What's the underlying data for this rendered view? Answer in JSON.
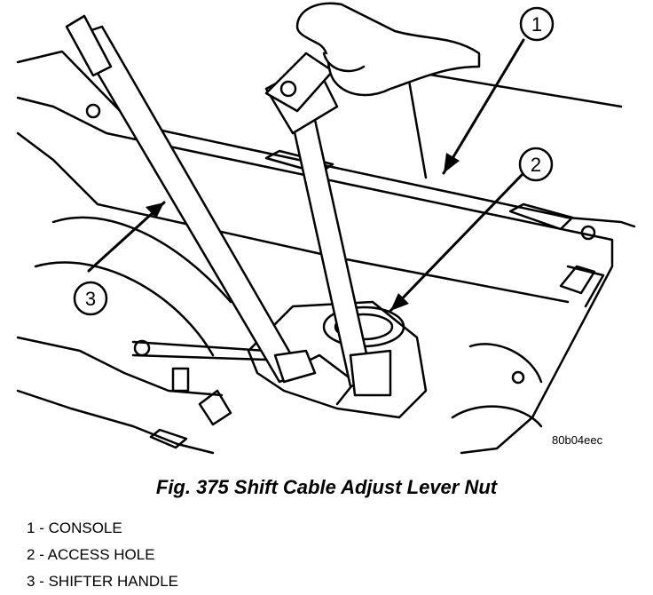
{
  "figure_code": "80b04eec",
  "caption": "Fig. 375 Shift Cable Adjust Lever Nut",
  "callouts": [
    {
      "number": "1"
    },
    {
      "number": "2"
    },
    {
      "number": "3"
    }
  ],
  "legend": [
    {
      "number": "1",
      "separator": " - ",
      "text": "CONSOLE"
    },
    {
      "number": "2",
      "separator": " - ",
      "text": "ACCESS HOLE"
    },
    {
      "number": "3",
      "separator": " - ",
      "text": "SHIFTER HANDLE"
    }
  ]
}
